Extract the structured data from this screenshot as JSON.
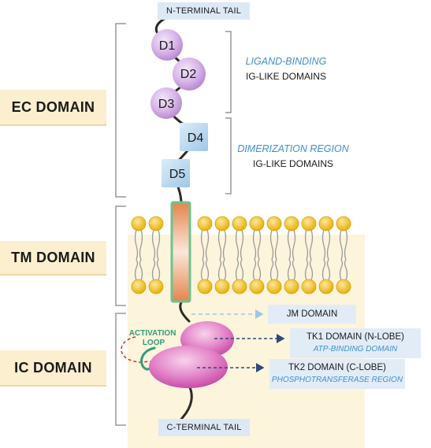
{
  "labels": {
    "n_terminal": "N-TERMINAL TAIL",
    "c_terminal": "C-TERMINAL TAIL",
    "ec_domain": "EC DOMAIN",
    "tm_domain": "TM DOMAIN",
    "ic_domain": "IC DOMAIN"
  },
  "domains": [
    "D1",
    "D2",
    "D3",
    "D4",
    "D5"
  ],
  "ligand_binding": {
    "title": "LIGAND-BINDING",
    "subtitle": "IG-LIKE DOMAINS"
  },
  "dimerization": {
    "title": "DIMERIZATION REGION",
    "subtitle": "IG-LIKE DOMAINS"
  },
  "jm_domain": "JM DOMAIN",
  "activation_loop": "ACTIVATION\nLOOP",
  "tk1": {
    "title": "TK1 DOMAIN (N-LOBE)",
    "subtitle": "ATP-BINDING DOMAIN"
  },
  "tk2": {
    "title": "TK2 DOMAIN (C-LOBE)",
    "subtitle": "PHOSPHOTRANSFERASE REGION"
  },
  "colors": {
    "region_label_bg": "#fbefcf",
    "cytoplasm_bg": "#fdf4dc",
    "ig_domain_purple": "#c9a0dc",
    "ig_domain_blue": "#b9d8ee",
    "tm_helix_orange": "#e98a4e",
    "tm_border_green": "#6cc38f",
    "kinase_pink": "#d95fb8",
    "lipid_head_yellow": "#f2c320",
    "accent_blue_text": "#3f8fd0",
    "arrow_navy": "#2c4a7a",
    "activation_red": "#e5242b",
    "activation_green": "#2f9e7a"
  },
  "icons": [
    "lipid-bilayer",
    "receptor-chain",
    "dashed-arrow"
  ]
}
